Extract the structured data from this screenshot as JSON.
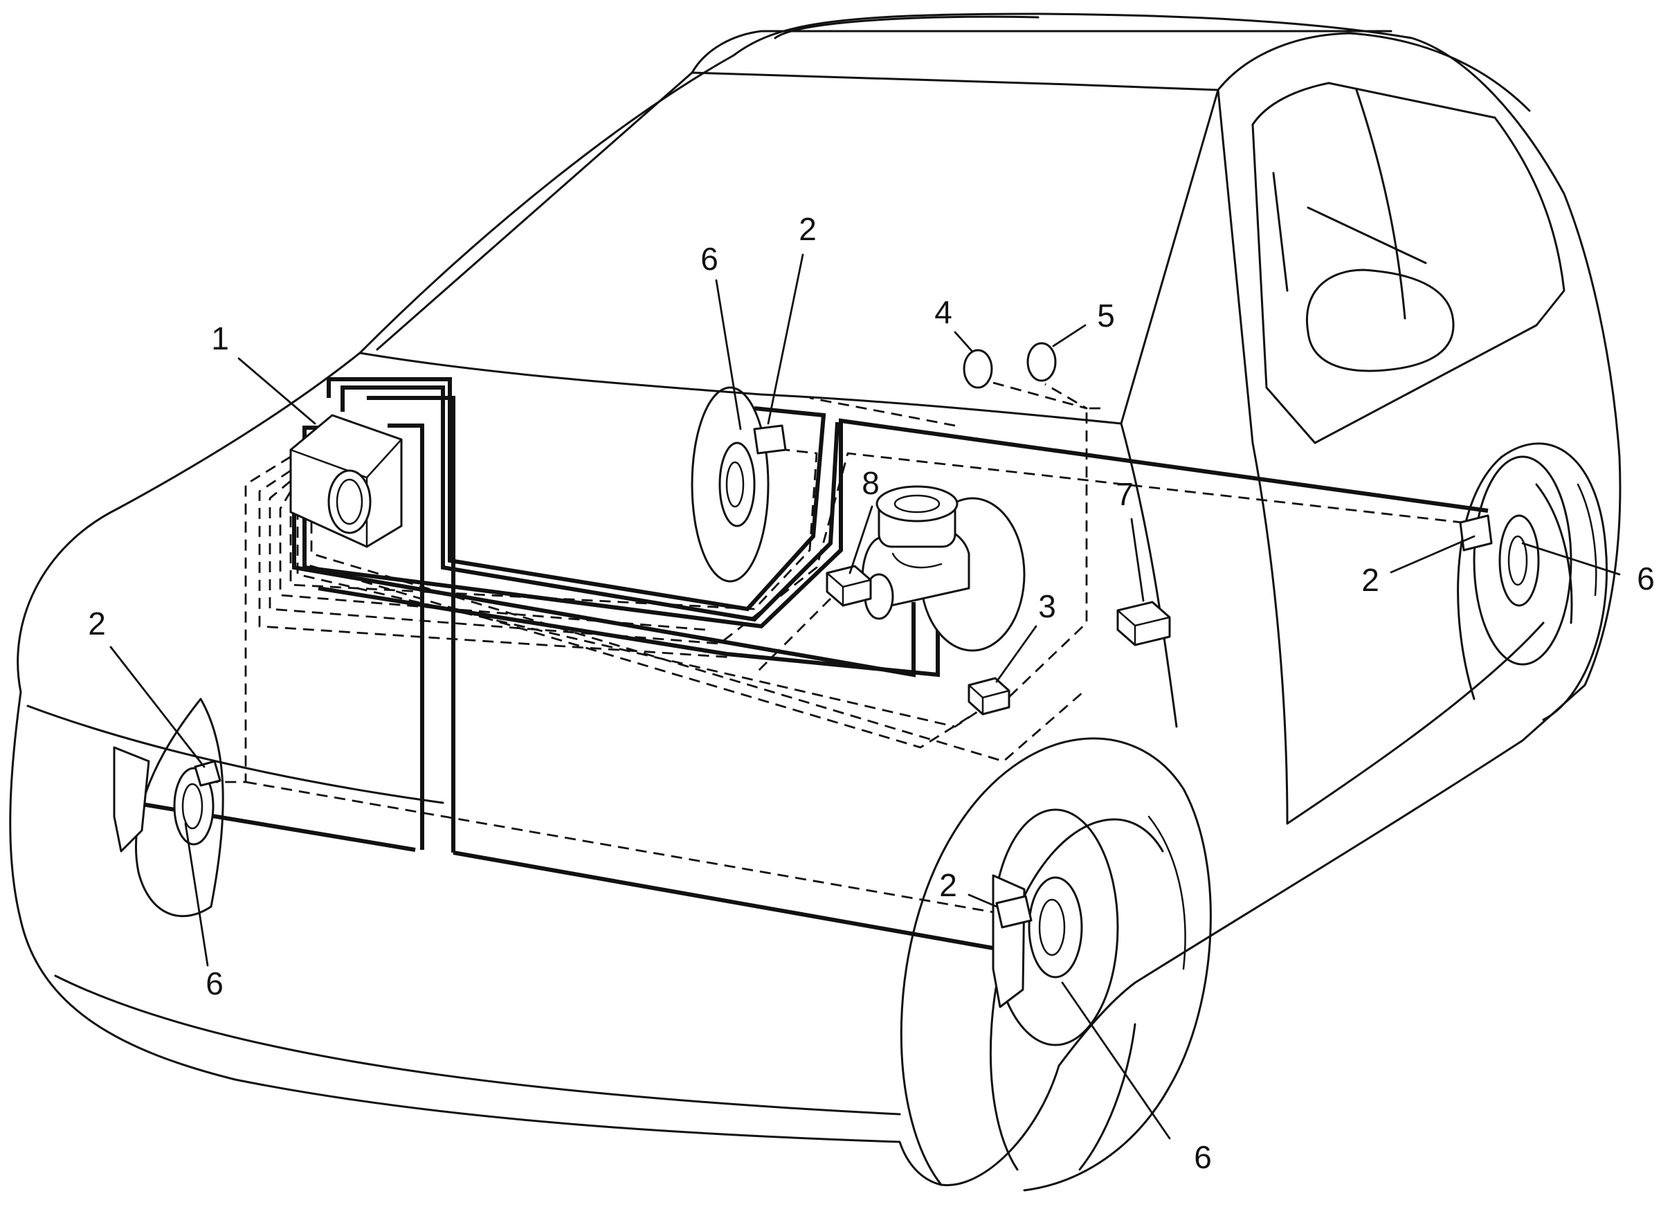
{
  "callouts": {
    "abs_modulator": "1",
    "wheel_speed_sensor": "2",
    "module_3": "3",
    "indicator_4": "4",
    "indicator_5": "5",
    "tone_ring": "6",
    "module_7": "7",
    "module_8": "8"
  },
  "colors": {
    "line": "#111111",
    "background": "#ffffff"
  }
}
